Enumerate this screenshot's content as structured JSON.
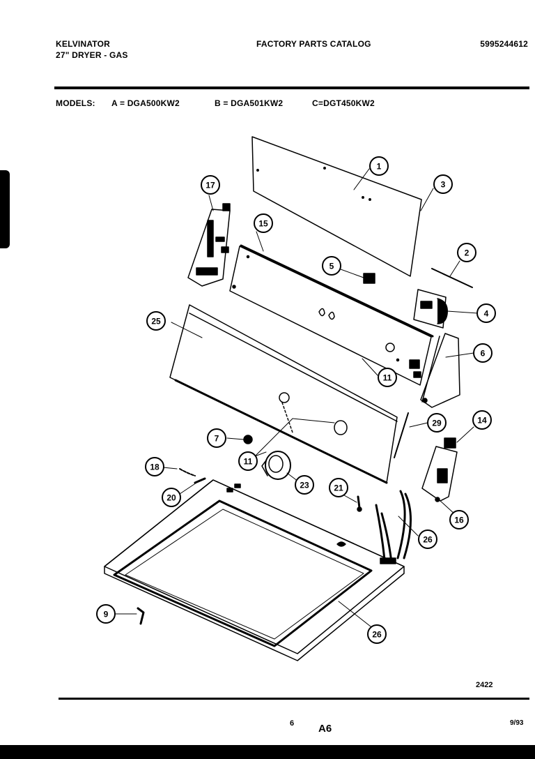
{
  "header": {
    "brand": "KELVINATOR",
    "model_type": "27\" DRYER - GAS",
    "catalog_title": "FACTORY PARTS CATALOG",
    "catalog_number": "5995244612"
  },
  "models": {
    "label": "MODELS:",
    "a": "A = DGA500KW2",
    "b": "B = DGA501KW2",
    "c": "C=DGT450KW2"
  },
  "callouts": [
    "1",
    "2",
    "3",
    "4",
    "5",
    "6",
    "7",
    "9",
    "11",
    "11",
    "14",
    "15",
    "16",
    "17",
    "18",
    "20",
    "21",
    "23",
    "25",
    "26",
    "26",
    "29"
  ],
  "footer": {
    "drawing_number": "2422",
    "page_number": "6",
    "page_id": "A6",
    "date": "9/93"
  }
}
